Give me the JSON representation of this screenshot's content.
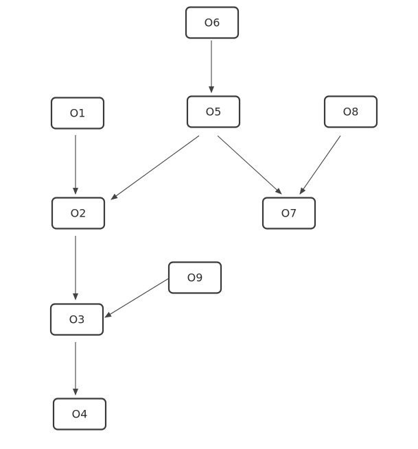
{
  "nodes": [
    {
      "id": "O6",
      "label": "O6"
    },
    {
      "id": "O1",
      "label": "O1"
    },
    {
      "id": "O5",
      "label": "O5"
    },
    {
      "id": "O8",
      "label": "O8"
    },
    {
      "id": "O2",
      "label": "O2"
    },
    {
      "id": "O7",
      "label": "O7"
    },
    {
      "id": "O9",
      "label": "O9"
    },
    {
      "id": "O3",
      "label": "O3"
    },
    {
      "id": "O4",
      "label": "O4"
    }
  ],
  "edges": [
    {
      "from": "O6",
      "to": "O5"
    },
    {
      "from": "O1",
      "to": "O2"
    },
    {
      "from": "O5",
      "to": "O2"
    },
    {
      "from": "O5",
      "to": "O7"
    },
    {
      "from": "O8",
      "to": "O7"
    },
    {
      "from": "O2",
      "to": "O3"
    },
    {
      "from": "O9",
      "to": "O3"
    },
    {
      "from": "O3",
      "to": "O4"
    }
  ],
  "colors": {
    "node_border": "#3a3a3a",
    "edge": "#444444",
    "text": "#2b2b2b",
    "background": "#ffffff"
  }
}
